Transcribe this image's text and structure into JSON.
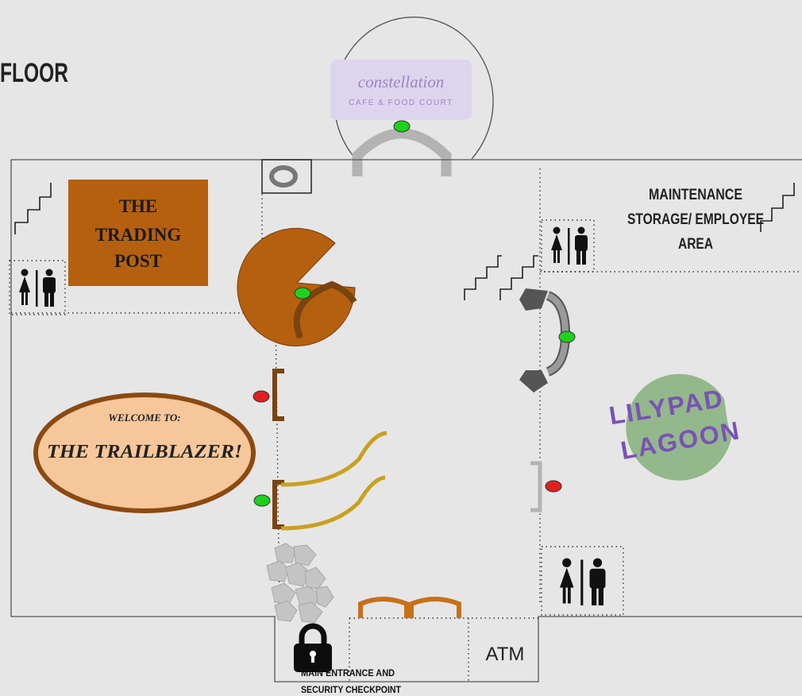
{
  "floor_title": "FLOOR",
  "stores": {
    "cafe": {
      "line1": "constellation",
      "line2": "CAFE & FOOD COURT"
    },
    "trading_post": {
      "line1": "THE",
      "line2": "TRADING",
      "line3": "POST"
    },
    "maintenance": {
      "line1": "MAINTENANCE",
      "line2": "STORAGE/ EMPLOYEE",
      "line3": "AREA"
    },
    "lilypad": {
      "line1": "LILYPAD",
      "line2": "LAGOON"
    },
    "welcome": {
      "line1": "WELCOME TO:",
      "line2": "THE TRAILBLAZER!"
    }
  },
  "entrance": {
    "line1": "MAIN ENTRANCE AND",
    "line2": "SECURITY CHECKPOINT"
  },
  "atm_label": "ATM",
  "colors": {
    "background": "#e6e6e6",
    "trading_post": "#b5600f",
    "trading_post_text": "#1a1a1a",
    "cafe_box": "#ddd5ee",
    "cafe_text": "#9b86c2",
    "lilypad_circle": "#93b88b",
    "lilypad_text": "#7a52b6",
    "welcome_fill": "#f6c79a",
    "welcome_border": "#8b4a12",
    "door_open": "#1dd11d",
    "door_closed": "#e02020",
    "bracket_brown": "#7a4410",
    "bracket_gray": "#9a9a9a",
    "escalator": "#c9a020",
    "entrance_arch": "#c8701a",
    "rock": "#c4c4c4"
  },
  "icons": [
    "restroom-icon",
    "stairs-icon",
    "lock-icon",
    "elevator-icon"
  ]
}
